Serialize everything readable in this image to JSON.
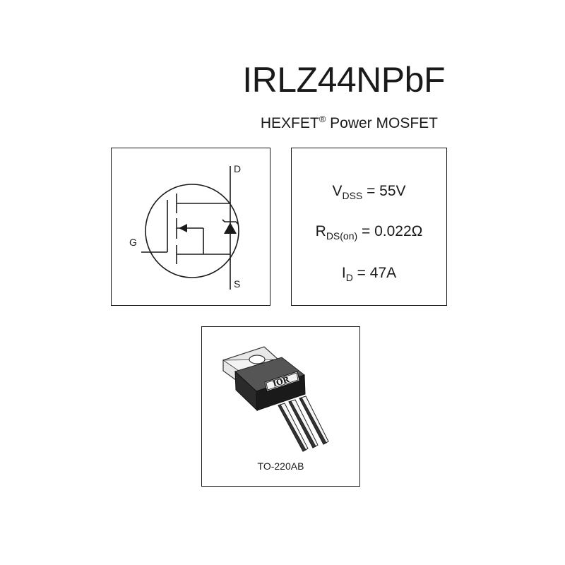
{
  "header": {
    "part_number": "IRLZ44NPbF",
    "subtitle_pre": "HEXFET",
    "subtitle_reg": "®",
    "subtitle_post": " Power MOSFET"
  },
  "symbol": {
    "pins": {
      "drain": "D",
      "gate": "G",
      "source": "S"
    },
    "icon": "n-channel-mosfet-symbol-icon"
  },
  "specs": {
    "vdss": {
      "symbol": "V",
      "sub": "DSS",
      "value": " = 55V"
    },
    "rds_on": {
      "symbol": "R",
      "sub": "DS(on)",
      "value": " = 0.022Ω"
    },
    "id": {
      "symbol": "I",
      "sub": "D",
      "value": " = 47A"
    }
  },
  "package": {
    "name": "TO-220AB",
    "logo_text": "IOR",
    "icon": "to-220-package-icon"
  }
}
